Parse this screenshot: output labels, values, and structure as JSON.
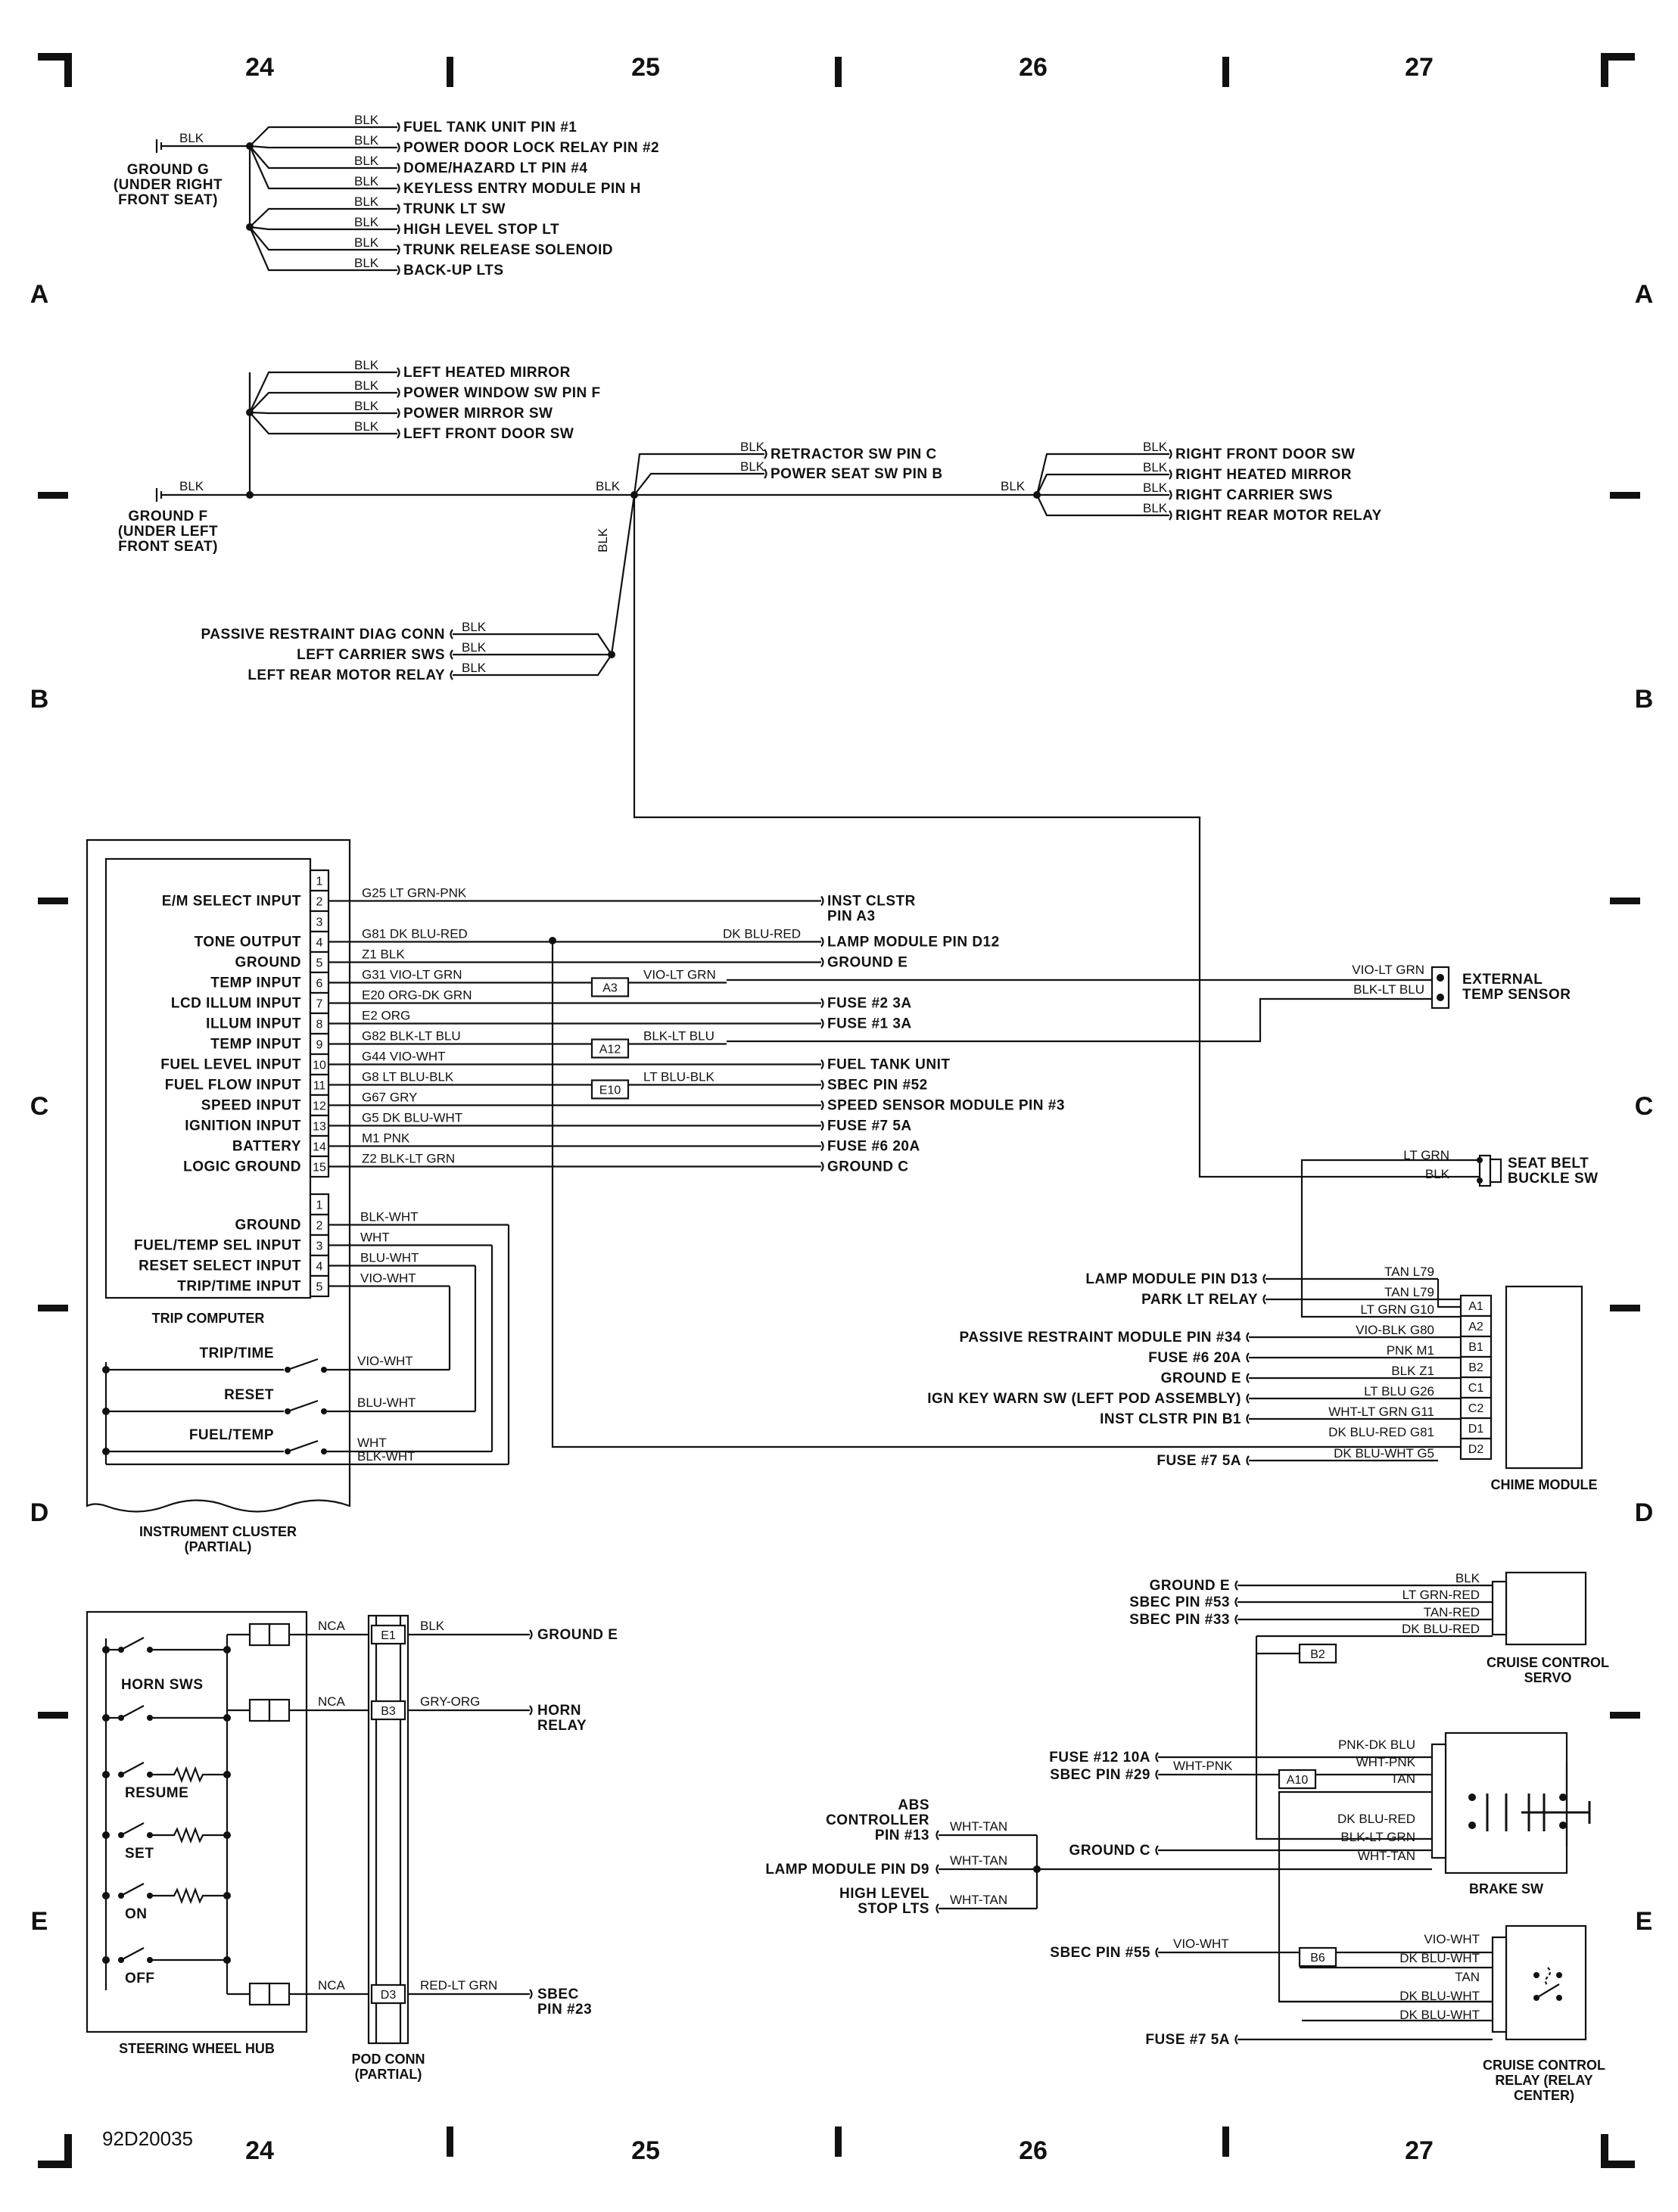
{
  "doc_id": "92D20035",
  "grid": {
    "columns": [
      "24",
      "25",
      "26",
      "27"
    ],
    "rows": [
      "A",
      "B",
      "C",
      "D",
      "E"
    ]
  },
  "ground_g": {
    "title": "GROUND G",
    "location": [
      "(UNDER RIGHT",
      "FRONT SEAT)"
    ],
    "feed_wire": "BLK",
    "loads": [
      {
        "wire": "BLK",
        "dest": "FUEL TANK UNIT PIN #1"
      },
      {
        "wire": "BLK",
        "dest": "POWER DOOR LOCK RELAY PIN #2"
      },
      {
        "wire": "BLK",
        "dest": "DOME/HAZARD LT PIN #4"
      },
      {
        "wire": "BLK",
        "dest": "KEYLESS ENTRY MODULE PIN H"
      },
      {
        "wire": "BLK",
        "dest": "TRUNK LT SW"
      },
      {
        "wire": "BLK",
        "dest": "HIGH LEVEL STOP LT"
      },
      {
        "wire": "BLK",
        "dest": "TRUNK RELEASE SOLENOID"
      },
      {
        "wire": "BLK",
        "dest": "BACK-UP LTS"
      }
    ]
  },
  "ground_f": {
    "title": "GROUND F",
    "location": [
      "(UNDER LEFT",
      "FRONT SEAT)"
    ],
    "feed_wire": "BLK",
    "upper_loads": [
      {
        "wire": "BLK",
        "dest": "LEFT HEATED MIRROR"
      },
      {
        "wire": "BLK",
        "dest": "POWER WINDOW SW PIN F"
      },
      {
        "wire": "BLK",
        "dest": "POWER MIRROR SW"
      },
      {
        "wire": "BLK",
        "dest": "LEFT FRONT DOOR SW"
      }
    ],
    "mid_loads": [
      {
        "wire": "BLK",
        "dest": "RETRACTOR SW PIN C"
      },
      {
        "wire": "BLK",
        "dest": "POWER SEAT SW PIN B"
      }
    ],
    "right_loads": [
      {
        "wire": "BLK",
        "dest": "RIGHT FRONT DOOR SW"
      },
      {
        "wire": "BLK",
        "dest": "RIGHT HEATED MIRROR"
      },
      {
        "wire": "BLK",
        "dest": "RIGHT CARRIER SWS"
      },
      {
        "wire": "BLK",
        "dest": "RIGHT REAR MOTOR RELAY"
      }
    ],
    "left_loads": [
      {
        "wire": "BLK",
        "dest": "PASSIVE RESTRAINT DIAG CONN"
      },
      {
        "wire": "BLK",
        "dest": "LEFT CARRIER SWS"
      },
      {
        "wire": "BLK",
        "dest": "LEFT REAR MOTOR RELAY"
      }
    ],
    "trunk_wire_1": "BLK",
    "trunk_wire_2": "BLK",
    "vertical_wire": "BLK"
  },
  "trip_computer": {
    "title": "TRIP COMPUTER",
    "connector_a": [
      {
        "pin": "1",
        "label": "",
        "wire": "",
        "dest": []
      },
      {
        "pin": "2",
        "label": "E/M SELECT INPUT",
        "wire": "G25 LT GRN-PNK",
        "dest": [
          "INST CLSTR",
          "PIN A3"
        ]
      },
      {
        "pin": "3",
        "label": "",
        "wire": "",
        "dest": []
      },
      {
        "pin": "4",
        "label": "TONE OUTPUT",
        "wire": "G81 DK BLU-RED",
        "dest": [
          "LAMP MODULE PIN D12"
        ],
        "wire2": "DK BLU-RED"
      },
      {
        "pin": "5",
        "label": "GROUND",
        "wire": "Z1 BLK",
        "dest": [
          "GROUND E"
        ]
      },
      {
        "pin": "6",
        "label": "TEMP INPUT",
        "wire": "G31 VIO-LT GRN",
        "splice": "A3",
        "wire2": "VIO-LT GRN",
        "dest": []
      },
      {
        "pin": "7",
        "label": "LCD ILLUM INPUT",
        "wire": "E20 ORG-DK GRN",
        "dest": [
          "FUSE #2 3A"
        ]
      },
      {
        "pin": "8",
        "label": "ILLUM INPUT",
        "wire": "E2 ORG",
        "dest": [
          "FUSE #1 3A"
        ]
      },
      {
        "pin": "9",
        "label": "TEMP INPUT",
        "wire": "G82 BLK-LT BLU",
        "splice": "A12",
        "wire2": "BLK-LT BLU",
        "dest": []
      },
      {
        "pin": "10",
        "label": "FUEL LEVEL INPUT",
        "wire": "G44 VIO-WHT",
        "dest": [
          "FUEL TANK UNIT"
        ]
      },
      {
        "pin": "11",
        "label": "FUEL FLOW INPUT",
        "wire": "G8 LT BLU-BLK",
        "splice": "E10",
        "wire2": "LT BLU-BLK",
        "dest": [
          "SBEC PIN #52"
        ]
      },
      {
        "pin": "12",
        "label": "SPEED INPUT",
        "wire": "G67 GRY",
        "dest": [
          "SPEED SENSOR MODULE PIN #3"
        ]
      },
      {
        "pin": "13",
        "label": "IGNITION INPUT",
        "wire": "G5 DK BLU-WHT",
        "dest": [
          "FUSE #7 5A"
        ]
      },
      {
        "pin": "14",
        "label": "BATTERY",
        "wire": "M1 PNK",
        "dest": [
          "FUSE #6 20A"
        ]
      },
      {
        "pin": "15",
        "label": "LOGIC GROUND",
        "wire": "Z2 BLK-LT GRN",
        "dest": [
          "GROUND C"
        ]
      }
    ],
    "connector_b": [
      {
        "pin": "1",
        "label": "",
        "wire": ""
      },
      {
        "pin": "2",
        "label": "GROUND",
        "wire": "BLK-WHT"
      },
      {
        "pin": "3",
        "label": "FUEL/TEMP SEL INPUT",
        "wire": "WHT"
      },
      {
        "pin": "4",
        "label": "RESET SELECT INPUT",
        "wire": "BLU-WHT"
      },
      {
        "pin": "5",
        "label": "TRIP/TIME INPUT",
        "wire": "VIO-WHT"
      }
    ]
  },
  "cluster_switches": [
    {
      "label": "TRIP/TIME",
      "wire": "VIO-WHT"
    },
    {
      "label": "RESET",
      "wire": "BLU-WHT"
    },
    {
      "label": "FUEL/TEMP",
      "wire": "WHT"
    }
  ],
  "cluster_ground_wire": "BLK-WHT",
  "instrument_cluster": [
    "INSTRUMENT CLUSTER",
    "(PARTIAL)"
  ],
  "external_temp_sensor": {
    "label": [
      "EXTERNAL",
      "TEMP SENSOR"
    ],
    "wires": [
      "VIO-LT GRN",
      "BLK-LT BLU"
    ]
  },
  "seat_belt_sw": {
    "label": [
      "SEAT BELT",
      "BUCKLE SW"
    ],
    "wires": [
      "LT GRN",
      "BLK"
    ]
  },
  "chime_module": {
    "title": "CHIME MODULE",
    "pins": [
      {
        "pin": "",
        "wire": "TAN L79",
        "dest": "LAMP MODULE PIN D13"
      },
      {
        "pin": "A1",
        "wire": "TAN L79",
        "dest": "PARK LT RELAY"
      },
      {
        "pin": "A2",
        "wire": "LT GRN G10",
        "dest": ""
      },
      {
        "pin": "B1",
        "wire": "VIO-BLK G80",
        "dest": "PASSIVE RESTRAINT MODULE PIN #34"
      },
      {
        "pin": "B2",
        "wire": "PNK M1",
        "dest": "FUSE #6 20A"
      },
      {
        "pin": "C1",
        "wire": "BLK Z1",
        "dest": "GROUND E"
      },
      {
        "pin": "C2",
        "wire": "LT BLU G26",
        "dest": "IGN KEY WARN SW (LEFT POD ASSEMBLY)"
      },
      {
        "pin": "D1",
        "wire": "WHT-LT GRN G11",
        "dest": "INST CLSTR PIN B1"
      },
      {
        "pin": "D2",
        "wire": "DK BLU-RED G81",
        "dest": ""
      },
      {
        "pin": "",
        "wire": "DK BLU-WHT G5",
        "dest": "FUSE #7 5A"
      }
    ]
  },
  "steering_wheel": {
    "title": "STEERING WHEEL HUB",
    "switches": [
      "HORN SWS",
      "RESUME",
      "SET",
      "ON",
      "OFF"
    ],
    "nca": "NCA"
  },
  "pod_conn": {
    "title": [
      "POD CONN",
      "(PARTIAL)"
    ],
    "pins": [
      {
        "pin": "E1",
        "wire": "BLK",
        "dest": [
          "GROUND E"
        ]
      },
      {
        "pin": "B3",
        "wire": "GRY-ORG",
        "dest": [
          "HORN",
          "RELAY"
        ]
      },
      {
        "pin": "D3",
        "wire": "RED-LT GRN",
        "dest": [
          "SBEC",
          "PIN #23"
        ]
      }
    ]
  },
  "cruise_servo": {
    "title": [
      "CRUISE CONTROL",
      "SERVO"
    ],
    "wires": [
      {
        "wire": "BLK",
        "dest": "GROUND E"
      },
      {
        "wire": "LT GRN-RED",
        "dest": "SBEC PIN #53"
      },
      {
        "wire": "TAN-RED",
        "dest": "SBEC PIN #33"
      },
      {
        "wire": "DK BLU-RED",
        "dest": ""
      }
    ],
    "splice": "B2"
  },
  "brake_sw": {
    "title": "BRAKE SW",
    "wires": [
      "PNK-DK BLU",
      "WHT-PNK",
      "TAN",
      "DK BLU-RED",
      "BLK-LT GRN",
      "WHT-TAN"
    ],
    "fuse": "FUSE #12 10A",
    "sbec": "SBEC PIN #29",
    "feed_wire": "WHT-PNK",
    "splice": "A10",
    "ground": "GROUND C"
  },
  "abs_group": {
    "sources": [
      {
        "label": [
          "ABS",
          "CONTROLLER",
          "PIN #13"
        ],
        "wire": "WHT-TAN"
      },
      {
        "label": [
          "LAMP MODULE PIN D9"
        ],
        "wire": "WHT-TAN"
      },
      {
        "label": [
          "HIGH LEVEL",
          "STOP LTS"
        ],
        "wire": "WHT-TAN"
      }
    ]
  },
  "cruise_relay": {
    "title": [
      "CRUISE CONTROL",
      "RELAY (RELAY",
      "CENTER)"
    ],
    "wires": [
      "VIO-WHT",
      "DK BLU-WHT",
      "TAN",
      "DK BLU-WHT",
      "DK BLU-WHT"
    ],
    "sbec": "SBEC PIN #55",
    "sbec_wire": "VIO-WHT",
    "splice": "B6",
    "fuse": "FUSE #7 5A"
  }
}
